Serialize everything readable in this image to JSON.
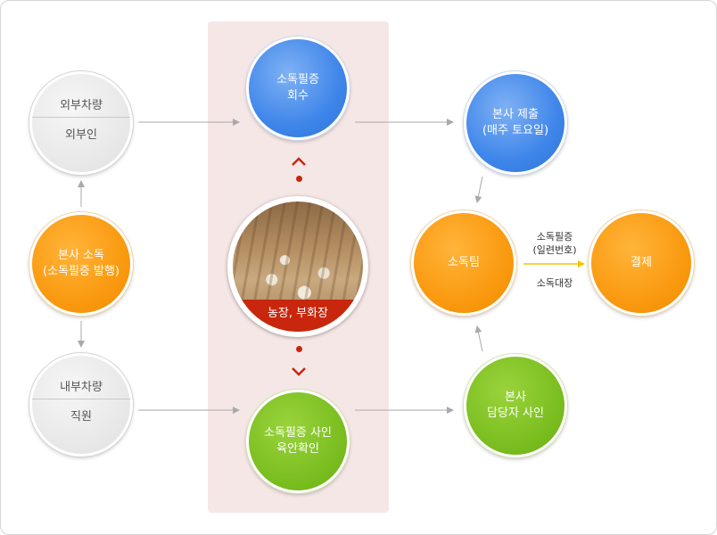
{
  "nodes": {
    "external_vehicle": {
      "top": "외부차량",
      "bottom": "외부인"
    },
    "hq_disinfection": {
      "line1": "본사 소독",
      "line2": "(소독필증 발행)"
    },
    "internal_vehicle": {
      "top": "내부차량",
      "bottom": "직원"
    },
    "certificate_collect": {
      "line1": "소독필증",
      "line2": "회수"
    },
    "farm": {
      "label": "농장, 부화장"
    },
    "sign_confirm": {
      "line1": "소독필증 사인",
      "line2": "육안확인"
    },
    "submit_hq": {
      "line1": "본사 제출",
      "line2": "(매주 토요일)"
    },
    "disinfection_team": {
      "label": "소독팀"
    },
    "payment": {
      "label": "결제"
    },
    "hq_sign": {
      "line1": "본사",
      "line2": "담당자 사인"
    }
  },
  "edge_labels": {
    "above_line1": "소독필증",
    "above_line2": "(일련번호)",
    "below": "소독대장"
  },
  "colors": {
    "blue": "#3f86ea",
    "orange": "#fa9a10",
    "green": "#7cbf21",
    "gray": "#e7e7e7",
    "band": "#f6e7e7",
    "red": "#c8270d",
    "arrow_gray": "#a9a9a9",
    "arrow_yellow": "#f5c400"
  }
}
